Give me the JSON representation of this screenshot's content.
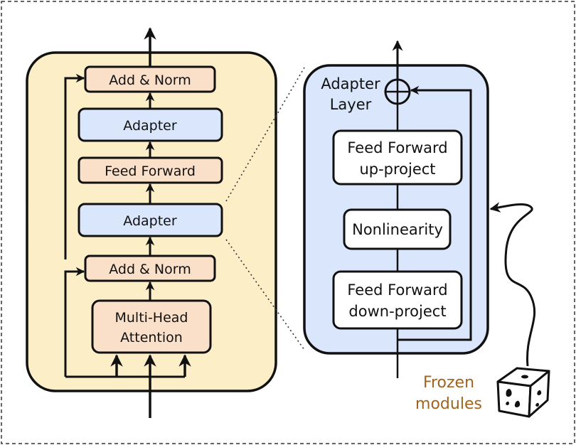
{
  "left_block": {
    "add_norm_top": "Add & Norm",
    "adapter_top": "Adapter",
    "feed_forward": "Feed Forward",
    "adapter_bottom": "Adapter",
    "add_norm_bottom": "Add & Norm",
    "mha_line1": "Multi-Head",
    "mha_line2": "Attention"
  },
  "adapter_layer": {
    "title_line1": "Adapter",
    "title_line2": "Layer",
    "up_line1": "Feed Forward",
    "up_line2": "up-project",
    "nonlinearity": "Nonlinearity",
    "down_line1": "Feed Forward",
    "down_line2": "down-project"
  },
  "legend": {
    "frozen_line1": "Frozen",
    "frozen_line2": "modules"
  },
  "colors": {
    "outer_left_fill": "#fcefc7",
    "adapter_panel_fill": "#dae6fb",
    "orange_box_fill": "#fbe0c9",
    "blue_box_fill": "#dae6fb",
    "frozen_text": "#a0641e"
  }
}
